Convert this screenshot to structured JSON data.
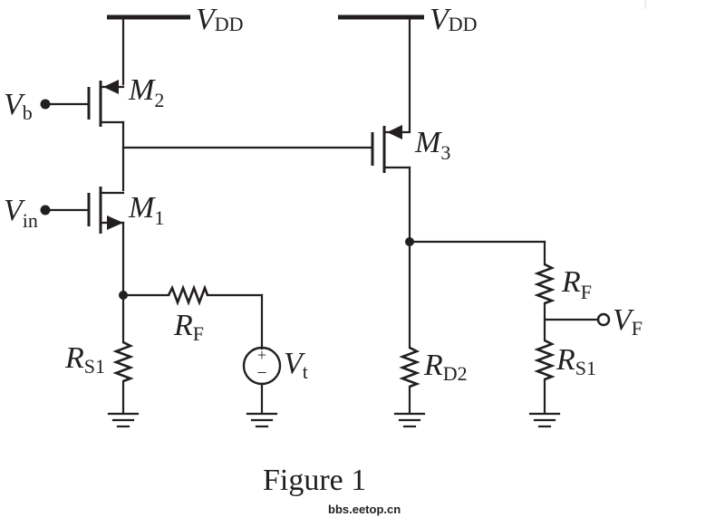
{
  "figure": {
    "caption": "Figure 1",
    "watermark": "bbs.eetop.cn"
  },
  "labels": {
    "vdd_left": {
      "main": "V",
      "sub": "DD"
    },
    "vdd_right": {
      "main": "V",
      "sub": "DD"
    },
    "vb": {
      "main": "V",
      "sub": "b"
    },
    "vin": {
      "main": "V",
      "sub": "in"
    },
    "m2": {
      "main": "M",
      "sub": "2"
    },
    "m1": {
      "main": "M",
      "sub": "1"
    },
    "m3": {
      "main": "M",
      "sub": "3"
    },
    "rf_left": {
      "main": "R",
      "sub": "F"
    },
    "rs1_left": {
      "main": "R",
      "sub": "S1"
    },
    "vt": {
      "main": "V",
      "sub": "t"
    },
    "rd2": {
      "main": "R",
      "sub": "D2"
    },
    "rf_right": {
      "main": "R",
      "sub": "F"
    },
    "rs1_right": {
      "main": "R",
      "sub": "S1"
    },
    "vf": {
      "main": "V",
      "sub": "F"
    }
  },
  "source_signs": {
    "plus": "+",
    "minus": "−"
  }
}
